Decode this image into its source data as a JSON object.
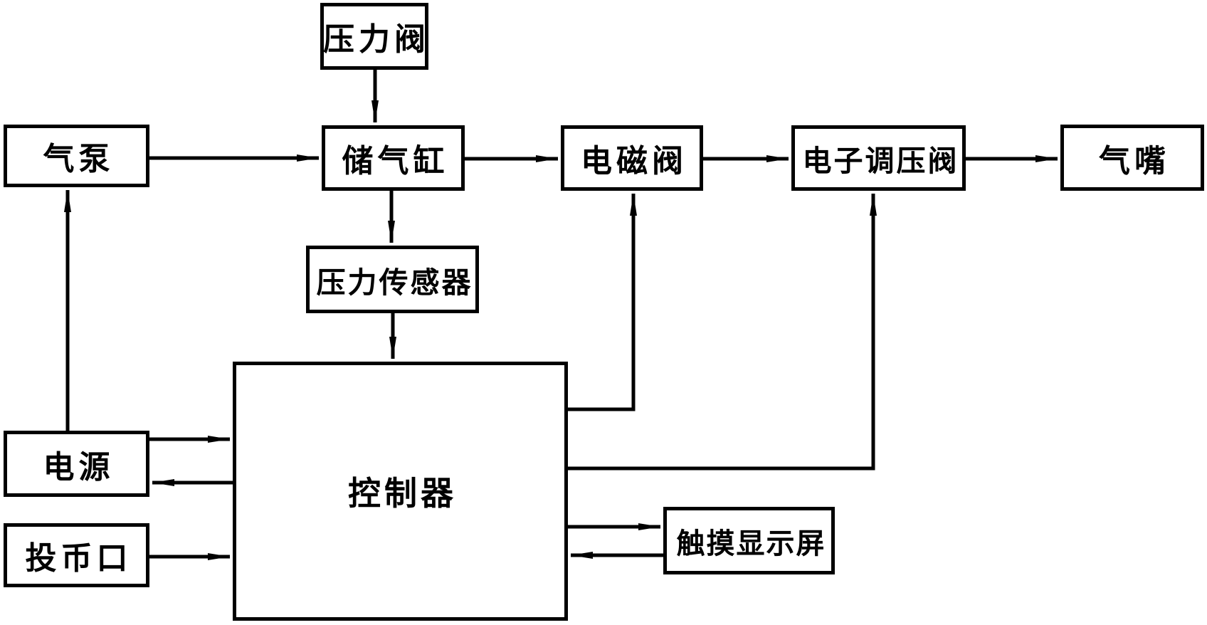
{
  "diagram": {
    "type": "block-diagram",
    "language": "zh",
    "colors": {
      "line": "#000000",
      "text": "#000000",
      "background": "#ffffff"
    },
    "nodes": [
      {
        "id": "pressure-valve",
        "label": "压力阀"
      },
      {
        "id": "air-pump",
        "label": "气泵"
      },
      {
        "id": "air-tank",
        "label": "储气缸"
      },
      {
        "id": "solenoid-valve",
        "label": "电磁阀"
      },
      {
        "id": "electronic-regulator-valve",
        "label": "电子调压阀"
      },
      {
        "id": "air-nozzle",
        "label": "气嘴"
      },
      {
        "id": "pressure-sensor",
        "label": "压力传感器"
      },
      {
        "id": "controller",
        "label": "控制器"
      },
      {
        "id": "power-supply",
        "label": "电源"
      },
      {
        "id": "coin-slot",
        "label": "投币口"
      },
      {
        "id": "touch-screen",
        "label": "触摸显示屏"
      }
    ],
    "edges": [
      {
        "from": "pressure-valve",
        "to": "air-tank",
        "arrow": "down"
      },
      {
        "from": "air-pump",
        "to": "air-tank",
        "arrow": "right"
      },
      {
        "from": "air-tank",
        "to": "solenoid-valve",
        "arrow": "right"
      },
      {
        "from": "solenoid-valve",
        "to": "electronic-regulator-valve",
        "arrow": "right"
      },
      {
        "from": "electronic-regulator-valve",
        "to": "air-nozzle",
        "arrow": "right"
      },
      {
        "from": "air-tank",
        "to": "pressure-sensor",
        "arrow": "down"
      },
      {
        "from": "pressure-sensor",
        "to": "controller",
        "arrow": "down"
      },
      {
        "from": "power-supply",
        "to": "air-pump",
        "arrow": "up"
      },
      {
        "from": "power-supply",
        "to": "controller",
        "arrow": "right"
      },
      {
        "from": "controller",
        "to": "power-supply",
        "arrow": "left"
      },
      {
        "from": "coin-slot",
        "to": "controller",
        "arrow": "right"
      },
      {
        "from": "controller",
        "to": "solenoid-valve",
        "arrow": "elbow-up"
      },
      {
        "from": "controller",
        "to": "electronic-regulator-valve",
        "arrow": "elbow-up"
      },
      {
        "from": "controller",
        "to": "touch-screen",
        "arrow": "right"
      },
      {
        "from": "touch-screen",
        "to": "controller",
        "arrow": "left"
      }
    ]
  }
}
